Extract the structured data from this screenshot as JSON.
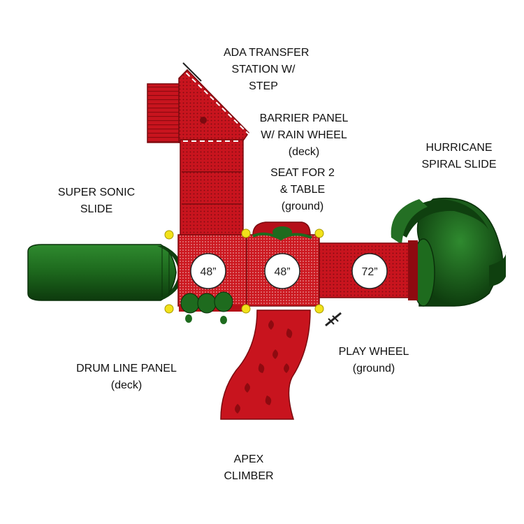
{
  "labels": {
    "ada_transfer": [
      "ADA TRANSFER",
      "STATION W/",
      "STEP"
    ],
    "barrier_panel": [
      "BARRIER PANEL",
      "W/ RAIN WHEEL",
      "(deck)"
    ],
    "hurricane": [
      "HURRICANE",
      "SPIRAL SLIDE"
    ],
    "seat_table": [
      "SEAT FOR 2",
      "& TABLE",
      "(ground)"
    ],
    "super_sonic": [
      "SUPER SONIC",
      "SLIDE"
    ],
    "play_wheel": [
      "PLAY WHEEL",
      "(ground)"
    ],
    "drum_line": [
      "DRUM LINE PANEL",
      "(deck)"
    ],
    "apex": [
      "APEX",
      "CLIMBER"
    ]
  },
  "deck_heights": [
    "48”",
    "48”",
    "72”"
  ],
  "colors": {
    "red": "#c8141e",
    "red_dark": "#8e0a10",
    "red_light": "#e0262e",
    "green": "#1e6b1e",
    "green_dark": "#0f400f",
    "yellow": "#f2e21a"
  }
}
